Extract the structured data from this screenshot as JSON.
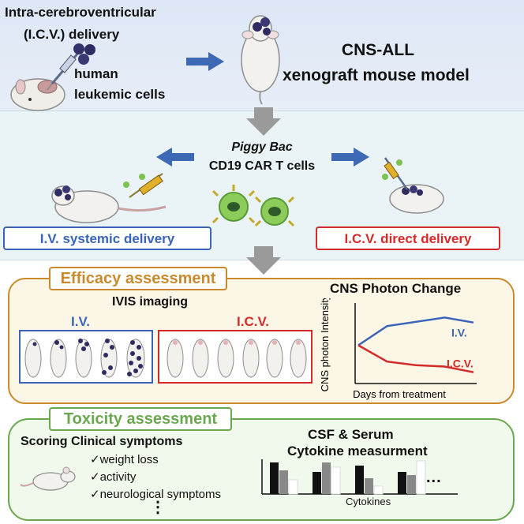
{
  "top": {
    "icv_label_1": "Intra-cerebroventricular",
    "icv_label_2": "(I.C.V.) delivery",
    "cells_label_1": "human",
    "cells_label_2": "leukemic cells",
    "model_title_1": "CNS-ALL",
    "model_title_2": "xenograft mouse model"
  },
  "middle": {
    "carT_title_1": "Piggy Bac",
    "carT_title_2": "CD19 CAR T cells",
    "iv_delivery": "I.V. systemic delivery",
    "icv_delivery": "I.C.V. direct delivery"
  },
  "efficacy": {
    "heading": "Efficacy assessment",
    "ivis_label": "IVIS imaging",
    "iv_group": "I.V.",
    "icv_group": "I.C.V.",
    "chart_title": "CNS Photon Change"
  },
  "chart_data": {
    "type": "line",
    "title": "CNS Photon Change",
    "xlabel": "Days from treatment",
    "ylabel": "CNS photon Intensity",
    "x": [
      0,
      1,
      2,
      3,
      4
    ],
    "series": [
      {
        "name": "I.V.",
        "values": [
          0.45,
          0.72,
          0.78,
          0.84,
          0.77
        ]
      },
      {
        "name": "I.C.V.",
        "values": [
          0.45,
          0.22,
          0.17,
          0.15,
          0.07
        ]
      }
    ],
    "colors": {
      "I.V.": "#3a64b8",
      "I.C.V.": "#d42a2a"
    }
  },
  "toxicity": {
    "heading": "Toxicity assessment",
    "scoring_title": "Scoring Clinical symptoms",
    "symptoms": [
      "✓weight loss",
      "✓activity",
      "✓neurological symptoms"
    ],
    "more": "⋮",
    "csf_title_1": "CSF & Serum",
    "csf_title_2": "Cytokine measurment",
    "cytokine_axis": "Cytokines",
    "ellipsis": "..."
  },
  "colors": {
    "iv_blue": "#3a64b8",
    "icv_red": "#d42a2a",
    "efficacy_orange": "#c98a2c",
    "toxicity_green": "#6aa84f",
    "arrow_gray": "#9a9a9a"
  }
}
